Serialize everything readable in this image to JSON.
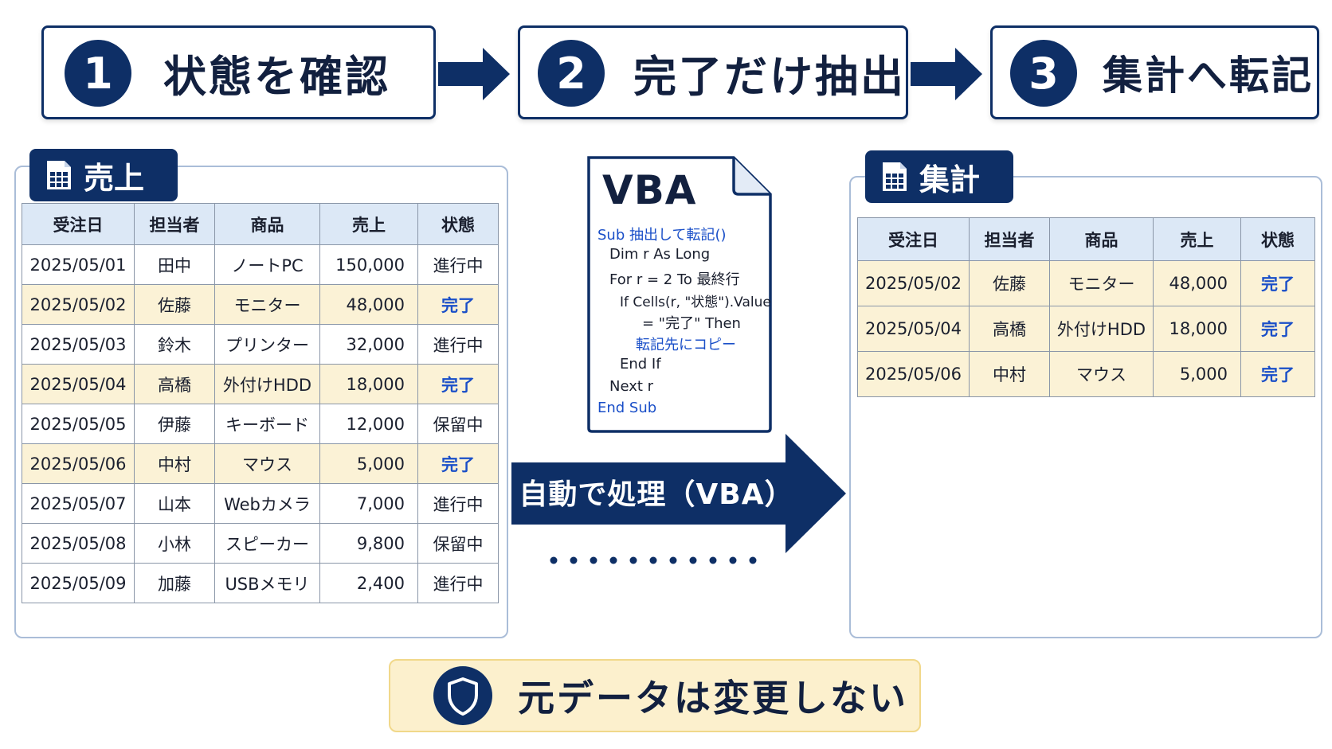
{
  "steps": [
    {
      "number": "1",
      "label": "状態を確認"
    },
    {
      "number": "2",
      "label": "完了だけ抽出"
    },
    {
      "number": "3",
      "label": "集計へ転記"
    }
  ],
  "sales_sheet": {
    "tab_label": "売上",
    "icon": "spreadsheet-icon",
    "columns": [
      "受注日",
      "担当者",
      "商品",
      "売上",
      "状態"
    ],
    "rows": [
      [
        "2025/05/01",
        "田中",
        "ノートPC",
        "150,000",
        "進行中"
      ],
      [
        "2025/05/02",
        "佐藤",
        "モニター",
        "48,000",
        "完了"
      ],
      [
        "2025/05/03",
        "鈴木",
        "プリンター",
        "32,000",
        "進行中"
      ],
      [
        "2025/05/04",
        "高橋",
        "外付けHDD",
        "18,000",
        "完了"
      ],
      [
        "2025/05/05",
        "伊藤",
        "キーボード",
        "12,000",
        "保留中"
      ],
      [
        "2025/05/06",
        "中村",
        "マウス",
        "5,000",
        "完了"
      ],
      [
        "2025/05/07",
        "山本",
        "Webカメラ",
        "7,000",
        "進行中"
      ],
      [
        "2025/05/08",
        "小林",
        "スピーカー",
        "9,800",
        "保留中"
      ],
      [
        "2025/05/09",
        "加藤",
        "USBメモリ",
        "2,400",
        "進行中"
      ]
    ]
  },
  "summary_sheet": {
    "tab_label": "集計",
    "icon": "spreadsheet-icon",
    "columns": [
      "受注日",
      "担当者",
      "商品",
      "売上",
      "状態"
    ],
    "rows": [
      [
        "2025/05/02",
        "佐藤",
        "モニター",
        "48,000",
        "完了"
      ],
      [
        "2025/05/04",
        "高橋",
        "外付けHDD",
        "18,000",
        "完了"
      ],
      [
        "2025/05/06",
        "中村",
        "マウス",
        "5,000",
        "完了"
      ]
    ]
  },
  "vba": {
    "title": "VBA",
    "code": [
      "Sub 抽出して転記()",
      "Dim r As Long",
      "For r = 2 To 最終行",
      "If Cells(r, \"状態\").Value",
      "= \"完了\" Then",
      "転記先にコピー",
      "End If",
      "Next r",
      "End Sub"
    ]
  },
  "process_arrow": {
    "label": "自動で処理（VBA）"
  },
  "note": {
    "text": "元データは変更しない",
    "icon": "shield-icon"
  },
  "colors": {
    "navy": "#0e2f66",
    "header_fill": "#dce8f6",
    "done_row_fill": "#fbf2d6",
    "done_text": "#1a4fc8",
    "note_fill": "#fcf0cd"
  }
}
